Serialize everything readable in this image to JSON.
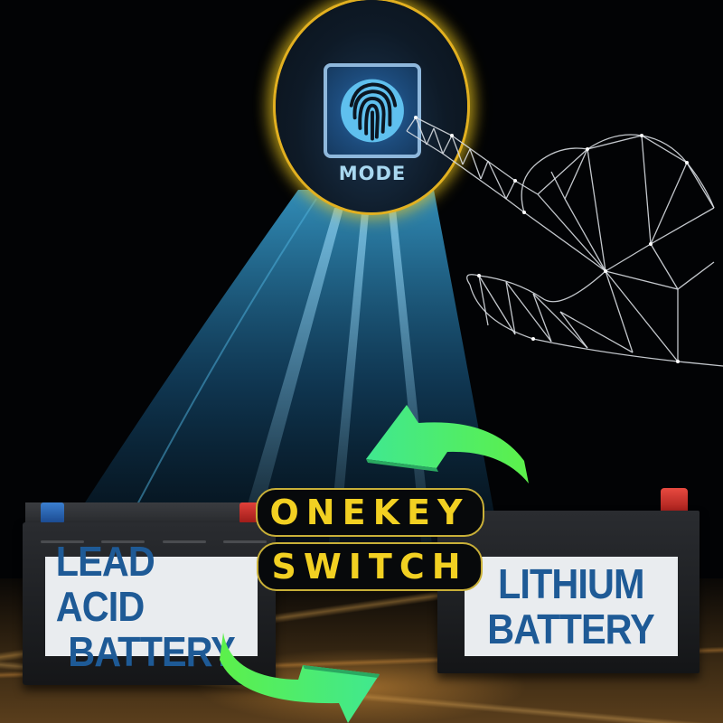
{
  "scene": {
    "type": "product-promo-graphic",
    "background_color": "#020305"
  },
  "mode_button": {
    "label": "MODE",
    "icon": "fingerprint-icon",
    "ring_color": "#e2b020",
    "label_color": "#a8d8f0"
  },
  "headline": {
    "line1": "ONEKEY",
    "line2": "SWITCH",
    "text_color": "#f2d022",
    "outline_color": "#c9b038"
  },
  "batteries": {
    "lead_acid": {
      "line1": "LEAD ACID",
      "line2": "BATTERY",
      "terminals": [
        "negative-blue",
        "positive-red"
      ]
    },
    "lithium": {
      "line1": "LITHIUM",
      "line2": "BATTERY",
      "terminals": [
        "positive-red"
      ]
    },
    "label_text_color": "#1e5a96",
    "label_bg_color": "#e9ecef"
  },
  "arrows": {
    "top": "curved-arrow-left-icon",
    "bottom": "curved-arrow-right-icon",
    "color": "#4ef07a"
  },
  "decor": {
    "hand": "wireframe-hand-icon",
    "beam_color": "#1d6fa8"
  }
}
